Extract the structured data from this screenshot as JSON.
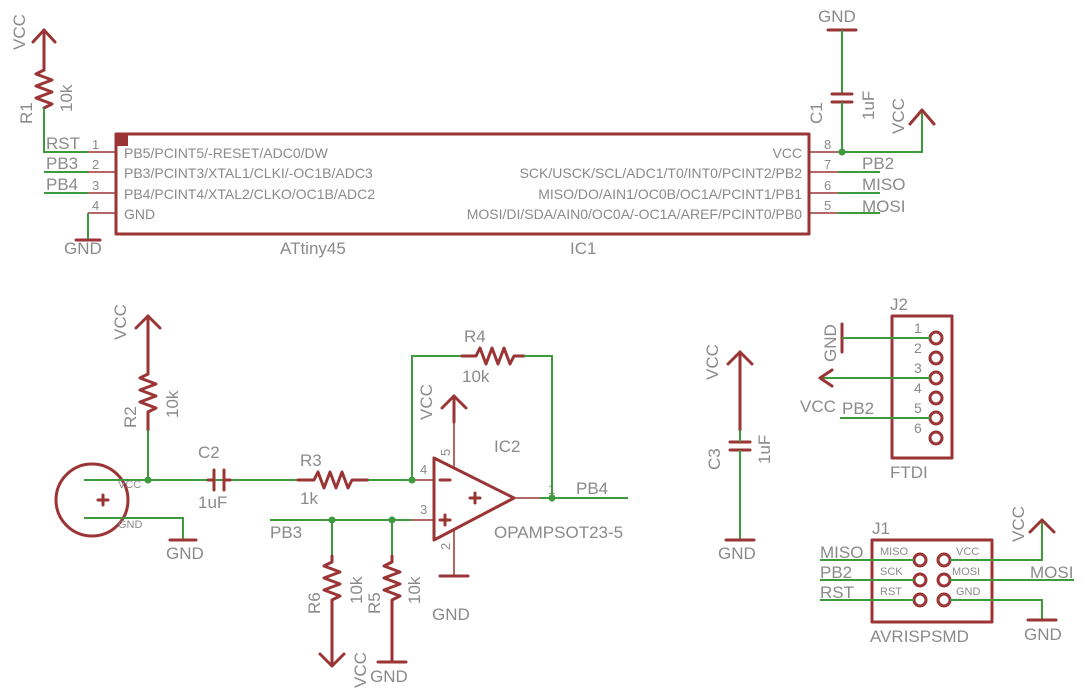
{
  "ic1": {
    "name": "IC1",
    "value": "ATtiny45",
    "pins_left": [
      {
        "num": "1",
        "name": "PB5/PCINT5/-RESET/ADC0/DW",
        "net": "RST"
      },
      {
        "num": "2",
        "name": "PB3/PCINT3/XTAL1/CLKI/-OC1B/ADC3",
        "net": "PB3"
      },
      {
        "num": "3",
        "name": "PB4/PCINT4/XTAL2/CLKO/OC1B/ADC2",
        "net": "PB4"
      },
      {
        "num": "4",
        "name": "GND",
        "net": ""
      }
    ],
    "pins_right": [
      {
        "num": "8",
        "name": "VCC",
        "net": ""
      },
      {
        "num": "7",
        "name": "SCK/USCK/SCL/ADC1/T0/INT0/PCINT2/PB2",
        "net": "PB2"
      },
      {
        "num": "6",
        "name": "MISO/DO/AIN1/OC0B/OC1A/PCINT1/PB1",
        "net": "MISO"
      },
      {
        "num": "5",
        "name": "MOSI/DI/SDA/AIN0/OC0A/-OC1A/AREF/PCINT0/PB0",
        "net": "MOSI"
      }
    ]
  },
  "ic2": {
    "name": "IC2",
    "value": "OPAMPSOT23-5",
    "pins": [
      "4",
      "5",
      "3",
      "2",
      "1"
    ]
  },
  "resistors": [
    {
      "name": "R1",
      "value": "10k"
    },
    {
      "name": "R2",
      "value": "10k"
    },
    {
      "name": "R3",
      "value": "1k"
    },
    {
      "name": "R4",
      "value": "10k"
    },
    {
      "name": "R5",
      "value": "10k"
    },
    {
      "name": "R6",
      "value": "10k"
    }
  ],
  "capacitors": [
    {
      "name": "C1",
      "value": "1uF"
    },
    {
      "name": "C2",
      "value": "1uF"
    },
    {
      "name": "C3",
      "value": "1uF"
    }
  ],
  "j2": {
    "name": "J2",
    "value": "FTDI",
    "pins": [
      "1",
      "2",
      "3",
      "4",
      "5",
      "6"
    ],
    "nets": {
      "gnd": "GND",
      "vcc": "VCC",
      "pb2": "PB2"
    }
  },
  "j1": {
    "name": "J1",
    "value": "AVRISPSMD",
    "pin_labels_left": [
      "MISO",
      "SCK",
      "RST"
    ],
    "pin_labels_right": [
      "VCC",
      "MOSI",
      "GND"
    ],
    "nets_left": [
      "MISO",
      "PB2",
      "RST"
    ],
    "nets_right": [
      "VCC",
      "MOSI",
      "GND"
    ]
  },
  "mic": {
    "pin_vcc": "VCC",
    "pin_gnd": "GND"
  },
  "nets": {
    "vcc": "VCC",
    "gnd": "GND",
    "pb3": "PB3",
    "pb4": "PB4"
  },
  "colors": {
    "part": "#9b3535",
    "wire": "#3d9a3d",
    "text": "#8a8a8a"
  }
}
